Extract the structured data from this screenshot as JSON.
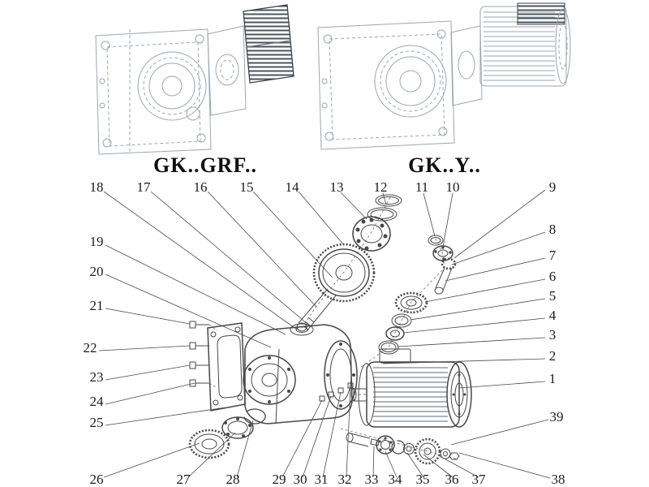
{
  "headers": {
    "left_model": "GK..GRF..",
    "right_model": "GK..Y.."
  },
  "callouts": [
    "1",
    "2",
    "3",
    "4",
    "5",
    "6",
    "7",
    "8",
    "9",
    "10",
    "11",
    "12",
    "13",
    "14",
    "15",
    "16",
    "17",
    "18",
    "19",
    "20",
    "21",
    "22",
    "23",
    "24",
    "25",
    "26",
    "27",
    "28",
    "29",
    "30",
    "31",
    "32",
    "33",
    "34",
    "35",
    "36",
    "37",
    "38",
    "39"
  ],
  "colors": {
    "background": "#ffffff",
    "assembled_line": "#9aa6b2",
    "exploded_line": "#474747",
    "label_text": "#1c1c1c"
  }
}
